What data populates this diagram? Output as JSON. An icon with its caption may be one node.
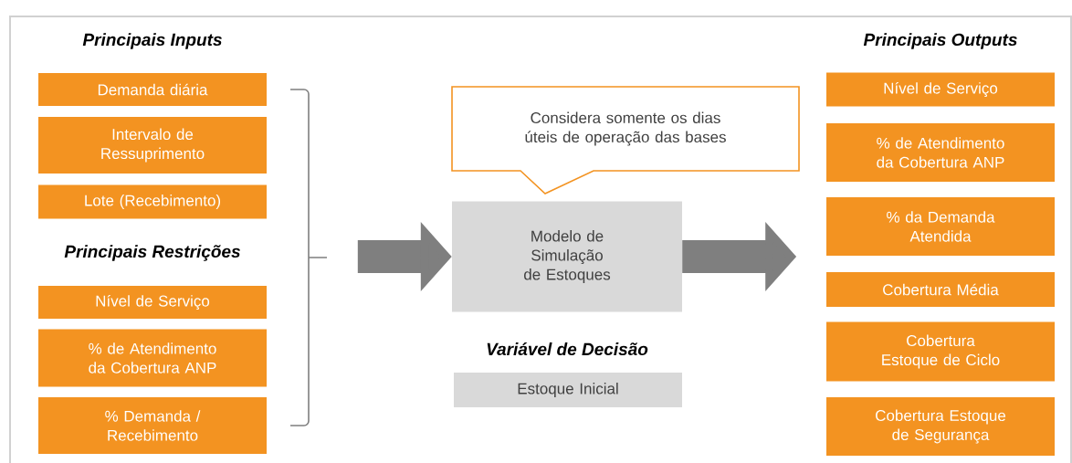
{
  "diagram": {
    "nodes": [
      {
        "text": [
          "Demanda diária"
        ]
      },
      {
        "text": [
          "Intervalo de Ressuprimento"
        ]
      },
      {
        "text": [
          "Lote (Recebimento)"
        ]
      },
      {
        "text": [
          "Nível de Serviço"
        ]
      },
      {
        "text": [
          "% de Atendimento da Cobertura ANP"
        ]
      },
      {
        "text": [
          "% Demanda / Recebimento"
        ]
      },
      {
        "text": [
          "Considera somente os dias úteis de operação das bases"
        ]
      },
      {
        "text": [
          "Modelo de Simulação de Estoques"
        ]
      },
      {
        "text": [
          "Estoque Inicial"
        ]
      },
      {
        "text": [
          "Nível de Serviço"
        ]
      },
      {
        "text": [
          "% de Atendimento da Cobertura ANP"
        ]
      },
      {
        "text": [
          "% da Demanda Atendida"
        ]
      },
      {
        "text": [
          "Cobertura Média"
        ]
      },
      {
        "text": [
          "Cobertura Estoque de Ciclo"
        ]
      },
      {
        "text": [
          "Cobertura Estoque de Segurança"
        ]
      }
    ],
    "edges": [
      {
        "from": null,
        "to": 7,
        "arrow": "to"
      },
      {
        "from": 7,
        "to": null,
        "arrow": "to"
      }
    ],
    "labels": [
      "Principais Inputs",
      "Principais Outputs",
      "Principais Restrições",
      "Variável de Decisão"
    ]
  }
}
